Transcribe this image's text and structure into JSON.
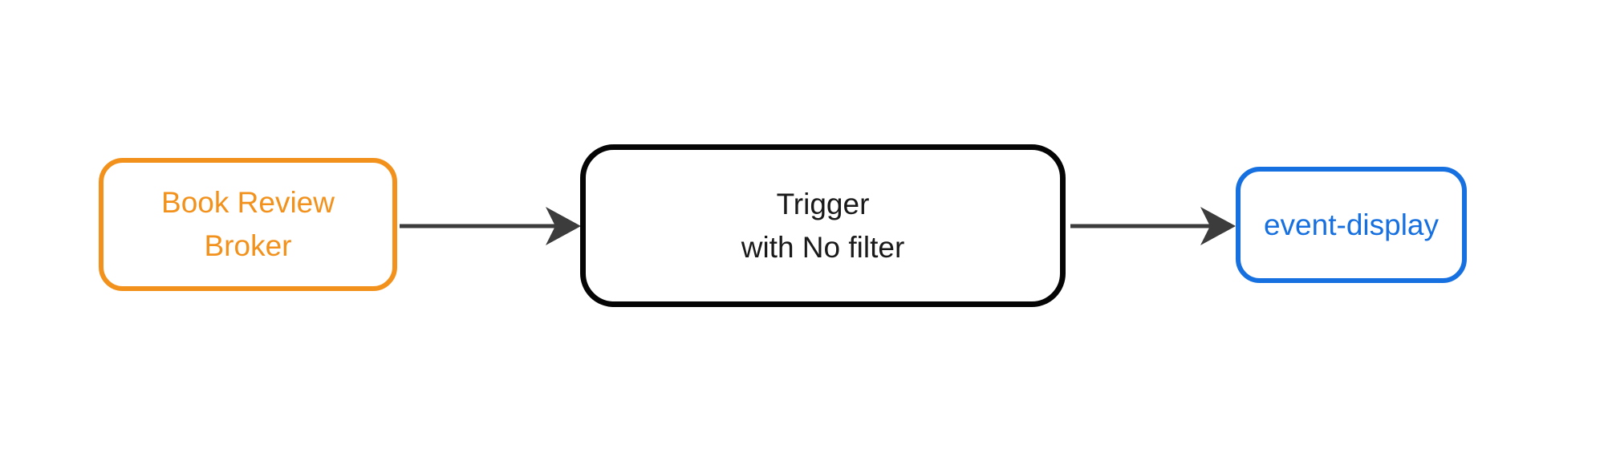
{
  "diagram": {
    "background": "#FFFFFF",
    "nodes": [
      {
        "id": "broker",
        "label": "Book Review\nBroker",
        "border_color": "#F2921D",
        "text_color": "#F2921D",
        "shape": "rounded-rectangle"
      },
      {
        "id": "trigger",
        "label": "Trigger\nwith No filter",
        "border_color": "#050505",
        "text_color": "#1A1A1A",
        "shape": "rounded-rectangle"
      },
      {
        "id": "event_display",
        "label": "event-display",
        "border_color": "#1770E0",
        "text_color": "#1770E0",
        "shape": "rounded-rectangle"
      }
    ],
    "edges": [
      {
        "from": "Book Review Broker",
        "to": "Trigger with No filter",
        "color": "#3C3C3C",
        "style": "solid-arrow"
      },
      {
        "from": "Trigger with No filter",
        "to": "event-display",
        "color": "#3C3C3C",
        "style": "solid-arrow"
      }
    ]
  }
}
